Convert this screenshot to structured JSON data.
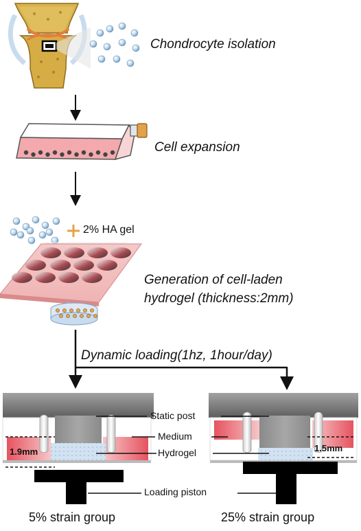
{
  "steps": {
    "isolation": "Chondrocyte isolation",
    "expansion": "Cell expansion",
    "ha_gel": "2% HA gel",
    "generation_line1": "Generation of cell-laden",
    "generation_line2": "hydrogel (thickness:2mm)",
    "loading": "Dynamic loading(1hz, 1hour/day)"
  },
  "device": {
    "static_post": "Static post",
    "medium": "Medium",
    "hydrogel": "Hydrogel",
    "loading_piston": "Loading piston"
  },
  "groups": {
    "left_label": "5% strain group",
    "right_label": "25% strain group",
    "left_thickness": "1.9mm",
    "right_thickness": "1.5mm"
  },
  "colors": {
    "gel_pink": "#e8737c",
    "hydrogel_blue": "#c9dcef",
    "post_grey": "#8c8c8c",
    "piston_black": "#000000",
    "bone_gold": "#c9a640",
    "flask_orange": "#e3a24a"
  }
}
